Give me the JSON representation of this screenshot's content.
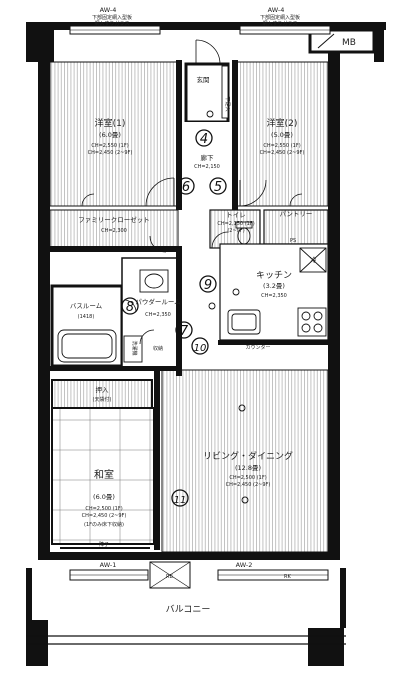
{
  "windows": {
    "aw4_left": "AW-4",
    "aw4_right": "AW-4",
    "aw1": "AW-1",
    "aw2": "AW-2",
    "left_note_1": "下部固定網入型板",
    "left_note_2": "網入すりガラス",
    "right_note_1": "下部固定網入型板",
    "right_note_2": "網入すりガラス"
  },
  "rooms": {
    "western1": {
      "name": "洋室(1)",
      "size": "(6.0畳)",
      "ch1": "CH=2,550 (1F)",
      "ch2": "CH=2,450 (2~9F)"
    },
    "western2": {
      "name": "洋室(2)",
      "size": "(5.0畳)",
      "ch1": "CH=2,550 (1F)",
      "ch2": "CH=2,450 (2~9F)"
    },
    "entrance": {
      "name": "玄関"
    },
    "shoe": {
      "name": "下足入"
    },
    "corridor": {
      "name": "廊下",
      "ch": "CH=2,150"
    },
    "family_closet": {
      "name": "ファミリークローゼット",
      "ch": "CH=2,300"
    },
    "toilet": {
      "name": "トイレ",
      "ch1": "CH=2,150 (1F)",
      "ch2": "(2~9F)"
    },
    "pantry": {
      "name": "パントリー"
    },
    "bath": {
      "name": "バスルーム",
      "size": "(1418)"
    },
    "powder": {
      "name": "パウダールーム",
      "ch": "CH=2,350"
    },
    "laundry": {
      "name": "洗濯機"
    },
    "kitchen": {
      "name": "キッチン",
      "size": "(3.2畳)",
      "ch": "CH=2,350"
    },
    "counter": {
      "name": "カウンター"
    },
    "storage": {
      "name": "押入",
      "sub": "(天袋付)"
    },
    "washitsu": {
      "name": "和室",
      "size": "(6.0畳)",
      "ch1": "CH=2,500 (1F)",
      "ch2": "CH=2,450 (2~9F)",
      "note": "(1Fのみ床下収納)"
    },
    "living": {
      "name": "リビング・ダイニング",
      "size": "(12.8畳)",
      "ch1": "CH=2,500 (1F)",
      "ch2": "CH=2,450 (2~9F)"
    },
    "balcony": {
      "name": "バルコニー"
    }
  },
  "markers": {
    "mb": "MB",
    "rk": "RK",
    "rb": "RB",
    "ps": "PS",
    "shoji": "障子",
    "re": "冷",
    "rec": "収納"
  },
  "circled_numbers": [
    "4",
    "5",
    "6",
    "7",
    "8",
    "9",
    "10",
    "11"
  ]
}
